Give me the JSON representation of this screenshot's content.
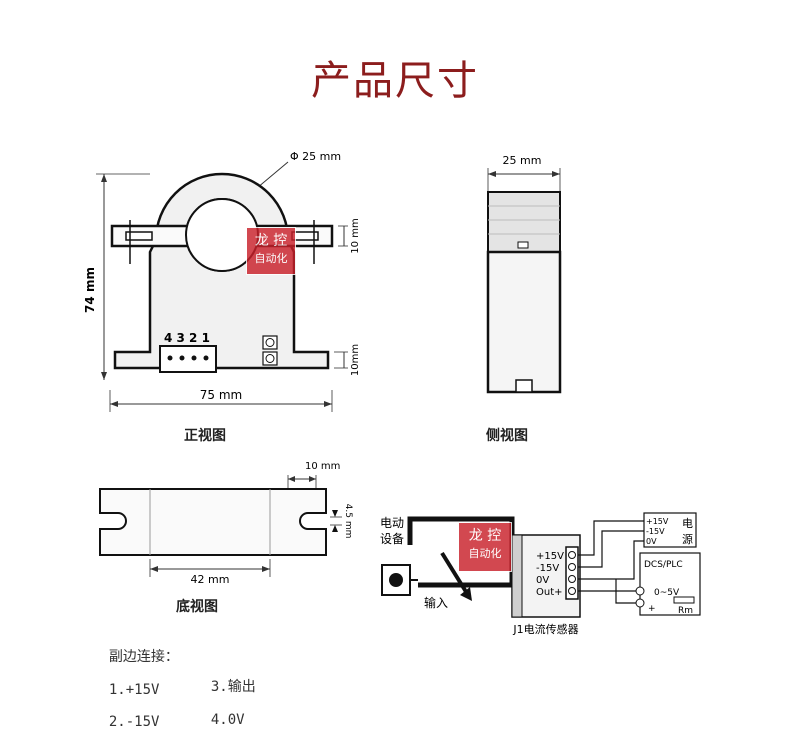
{
  "title": "产品尺寸",
  "watermark": {
    "line1": "龙 控",
    "line2": "自动化",
    "color": "#c9202a"
  },
  "front_view": {
    "caption": "正视图",
    "dim_diameter": "Φ  25  mm",
    "dim_height": "74 mm",
    "dim_width": "75  mm",
    "dim_bar_top": "10 mm",
    "dim_bar_bottom": "10mm",
    "pin_labels": "4 3 2 1"
  },
  "side_view": {
    "caption": "侧视图",
    "dim_width": "25 mm"
  },
  "bottom_view": {
    "caption": "底视图",
    "dim_slot_width": "10 mm",
    "dim_slot_height": "4.5 mm",
    "dim_length": "42 mm"
  },
  "notes": {
    "line1_label": "副边连接：",
    "item1": "1.+15V",
    "item2": "2.-15V",
    "item3": "3.输出",
    "item4": "4.0V"
  },
  "wiring": {
    "equipment_label_1": "电动",
    "equipment_label_2": "设备",
    "input_label": "输入",
    "sensor_label": "J1电流传感器",
    "terminals": [
      "+15V",
      "-15V",
      "0V",
      "Out+"
    ],
    "psu_terminals": [
      "+15V",
      "-15V",
      "0V"
    ],
    "psu_label_1": "电",
    "psu_label_2": "源",
    "dcs_label": "DCS/PLC",
    "range_label": "0~5V",
    "rm_label": "Rm",
    "plus_label": "+"
  }
}
